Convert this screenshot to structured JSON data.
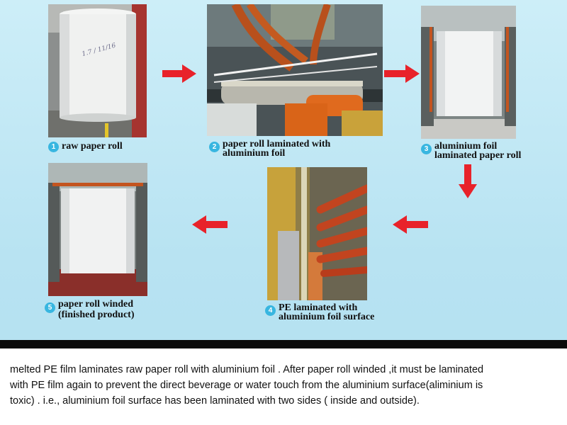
{
  "steps": [
    {
      "num": "1",
      "label": "raw paper roll"
    },
    {
      "num": "2",
      "label": "paper roll laminated with aluminium foil"
    },
    {
      "num": "3",
      "label": "aluminium foil laminated paper roll"
    },
    {
      "num": "4",
      "label": "PE laminated with aluminium foil surface"
    },
    {
      "num": "5",
      "label": "paper roll winded (finished product)"
    }
  ],
  "caption": {
    "line1": "melted PE film laminates raw paper roll with aluminium foil  . After paper roll winded ,it must be laminated",
    "line2": "with PE film again to prevent the direct beverage or water touch from the aluminium surface(aliminium is",
    "line3": " toxic) . i.e., aluminium foil surface has been laminated with two sides ( inside and outside)."
  },
  "handwriting": "1.7 / 11/16",
  "colors": {
    "arrow": "#e8222a",
    "badge": "#38b6e0",
    "orange_roller": "#e06a1e"
  }
}
